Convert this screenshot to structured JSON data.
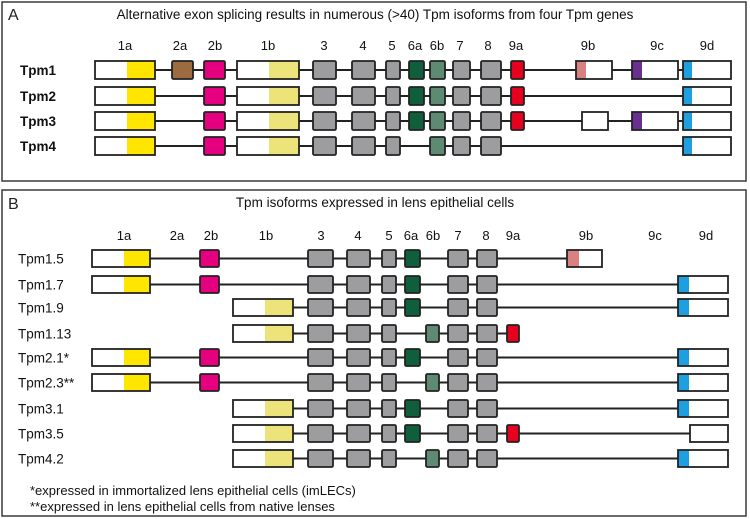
{
  "colors": {
    "1a": "#ffe600",
    "1a_utr": "#ffffff",
    "2a": "#9c6b3f",
    "2b": "#e4007f",
    "1b": "#ece47a",
    "1b_utr": "#ffffff",
    "3": "#9d9d9f",
    "4": "#9d9d9f",
    "5": "#9d9d9f",
    "6a": "#0f5f3c",
    "6b": "#5e8a73",
    "7": "#9d9d9f",
    "8": "#9d9d9f",
    "9a": "#e8001f",
    "9b": "#d98080",
    "9c": "#6a2f91",
    "9d": "#1ea0e0",
    "utr": "#ffffff"
  },
  "panelA": {
    "letter": "A",
    "title": "Alternative exon splicing results in numerous (>40) Tpm isoforms from four Tpm genes",
    "exon_labels": [
      "1a",
      "2a",
      "2b",
      "1b",
      "3",
      "4",
      "5",
      "6a",
      "6b",
      "7",
      "8",
      "9a",
      "9b",
      "9c",
      "9d"
    ],
    "genes": [
      {
        "name": "Tpm1",
        "exons": [
          "1a",
          "2a",
          "2b",
          "1b",
          "3",
          "4",
          "5",
          "6a",
          "6b",
          "7",
          "8",
          "9a",
          "9b",
          "9c",
          "9d"
        ]
      },
      {
        "name": "Tpm2",
        "exons": [
          "1a",
          "2b",
          "1b",
          "3",
          "4",
          "5",
          "6a",
          "6b",
          "7",
          "8",
          "9a",
          "9d"
        ]
      },
      {
        "name": "Tpm3",
        "exons": [
          "1a",
          "2b",
          "1b",
          "3",
          "4",
          "5",
          "6a",
          "6b",
          "7",
          "8",
          "9a",
          "9b_empty",
          "9c",
          "9d"
        ]
      },
      {
        "name": "Tpm4",
        "exons": [
          "1a",
          "2b",
          "1b",
          "3",
          "4",
          "5",
          "6b",
          "7",
          "8",
          "9d"
        ]
      }
    ]
  },
  "panelB": {
    "letter": "B",
    "title": "Tpm isoforms expressed in lens epithelial cells",
    "exon_labels": [
      "1a",
      "2a",
      "2b",
      "1b",
      "3",
      "4",
      "5",
      "6a",
      "6b",
      "7",
      "8",
      "9a",
      "9b",
      "9c",
      "9d"
    ],
    "isoforms": [
      {
        "name": "Tpm1.5",
        "exons": [
          "1a",
          "2b",
          "3",
          "4",
          "5",
          "6a",
          "7",
          "8",
          "9b"
        ]
      },
      {
        "name": "Tpm1.7",
        "exons": [
          "1a",
          "2b",
          "3",
          "4",
          "5",
          "6a",
          "7",
          "8",
          "9d"
        ]
      },
      {
        "name": "Tpm1.9",
        "exons": [
          "1b",
          "3",
          "4",
          "5",
          "6a",
          "7",
          "8",
          "9d"
        ]
      },
      {
        "name": "Tpm1.13",
        "exons": [
          "1b",
          "3",
          "4",
          "5",
          "6b",
          "7",
          "8",
          "9a"
        ]
      },
      {
        "name": "Tpm2.1*",
        "exons": [
          "1a",
          "2b",
          "3",
          "4",
          "5",
          "6a",
          "7",
          "8",
          "9d"
        ]
      },
      {
        "name": "Tpm2.3**",
        "exons": [
          "1a",
          "2b",
          "3",
          "4",
          "5",
          "6b",
          "7",
          "8",
          "9d"
        ]
      },
      {
        "name": "Tpm3.1",
        "exons": [
          "1b",
          "3",
          "4",
          "5",
          "6a",
          "7",
          "8",
          "9d"
        ]
      },
      {
        "name": "Tpm3.5",
        "exons": [
          "1b",
          "3",
          "4",
          "5",
          "6a",
          "7",
          "8",
          "9a",
          "9d_empty"
        ]
      },
      {
        "name": "Tpm4.2",
        "exons": [
          "1b",
          "3",
          "4",
          "5",
          "6b",
          "7",
          "8",
          "9d"
        ]
      }
    ],
    "footnotes": [
      "*expressed in immortalized lens epithelial cells (imLECs)",
      "**expressed in lens epithelial cells from native lenses"
    ]
  }
}
